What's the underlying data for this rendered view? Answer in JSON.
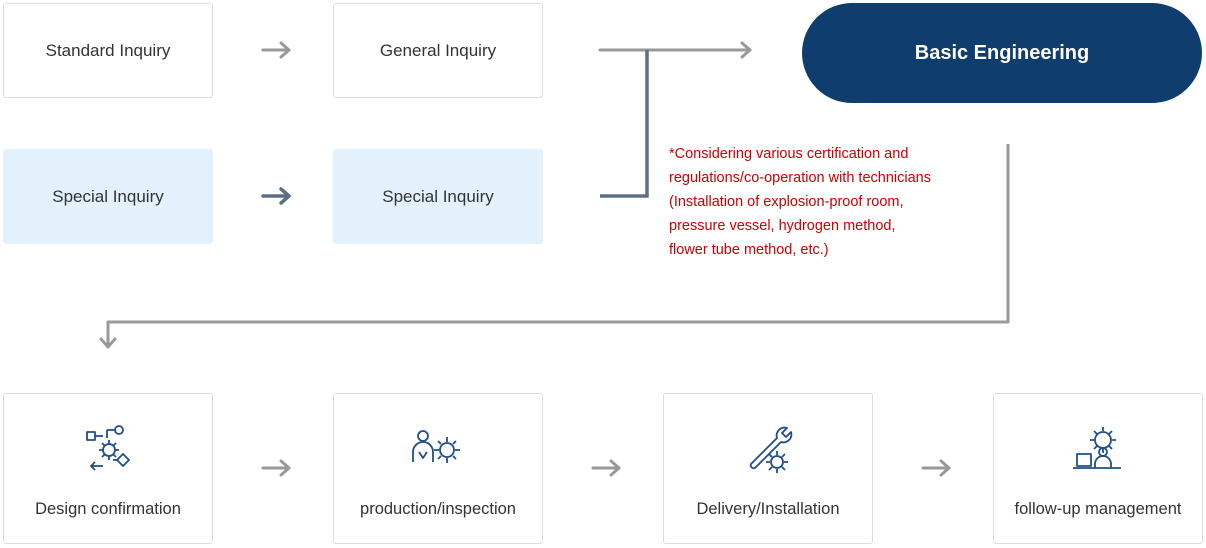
{
  "top_row": {
    "standard_inquiry": "Standard Inquiry",
    "general_inquiry": "General Inquiry",
    "basic_engineering": "Basic Engineering"
  },
  "special_row": {
    "special_inquiry_1": "Special Inquiry",
    "special_inquiry_2": "Special Inquiry"
  },
  "note": {
    "lines": [
      "*Considering various certification and",
      "regulations/co-operation with technicians",
      "(Installation of explosion-proof room,",
      "pressure vessel, hydrogen method,",
      "flower tube method, etc.)"
    ]
  },
  "steps": [
    {
      "label": "Design confirmation",
      "icon": "design-flow-gear-icon"
    },
    {
      "label": "production/inspection",
      "icon": "worker-gear-icon"
    },
    {
      "label": "Delivery/Installation",
      "icon": "wrench-gear-icon"
    },
    {
      "label": "follow-up management",
      "icon": "computer-operator-gear-icon"
    }
  ],
  "colors": {
    "accent": "#0f3d6e",
    "special_bg": "#e3f1fc",
    "note_red": "#cc0000",
    "arrow_gray": "#999999",
    "arrow_slate": "#5b6f86",
    "icon_blue": "#1f4e8c"
  }
}
